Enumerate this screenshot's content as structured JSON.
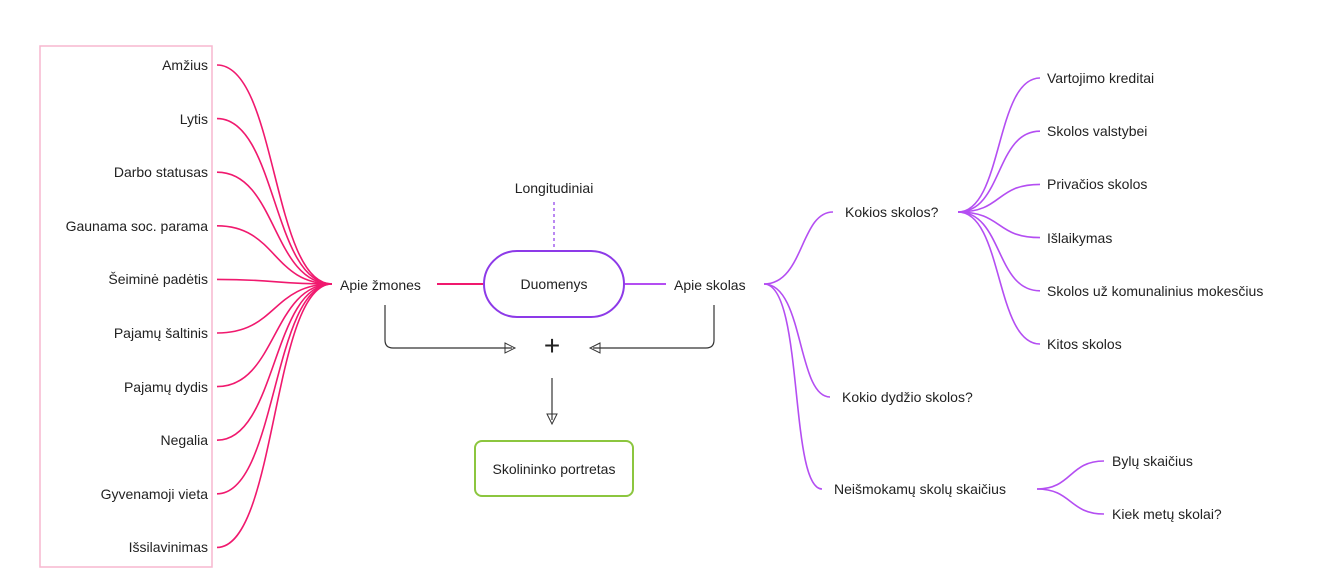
{
  "colors": {
    "people": "#f0196e",
    "people_frame": "#f7b7cf",
    "debts": "#b44ef2",
    "center_border": "#8d3ae8",
    "portrait_border": "#8cc63f",
    "arrows": "#333333",
    "text": "#222222"
  },
  "center": {
    "label": "Duomenys",
    "top_label": "Longitudiniai",
    "plus": "+",
    "result": "Skolininko portretas"
  },
  "people": {
    "hub": "Apie žmones",
    "items": [
      "Amžius",
      "Lytis",
      "Darbo statusas",
      "Gaunama soc. parama",
      "Šeiminė padėtis",
      "Pajamų šaltinis",
      "Pajamų dydis",
      "Negalia",
      "Gyvenamoji vieta",
      "Išsilavinimas"
    ]
  },
  "debts": {
    "hub": "Apie skolas",
    "branches": [
      {
        "label": "Kokios skolos?",
        "children": [
          "Vartojimo kreditai",
          "Skolos valstybei",
          "Privačios skolos",
          "Išlaikymas",
          "Skolos už komunalinius mokesčius",
          "Kitos skolos"
        ]
      },
      {
        "label": "Kokio dydžio skolos?",
        "children": []
      },
      {
        "label": "Neišmokamų skolų skaičius",
        "children": [
          "Bylų skaičius",
          "Kiek metų skolai?"
        ]
      }
    ]
  }
}
